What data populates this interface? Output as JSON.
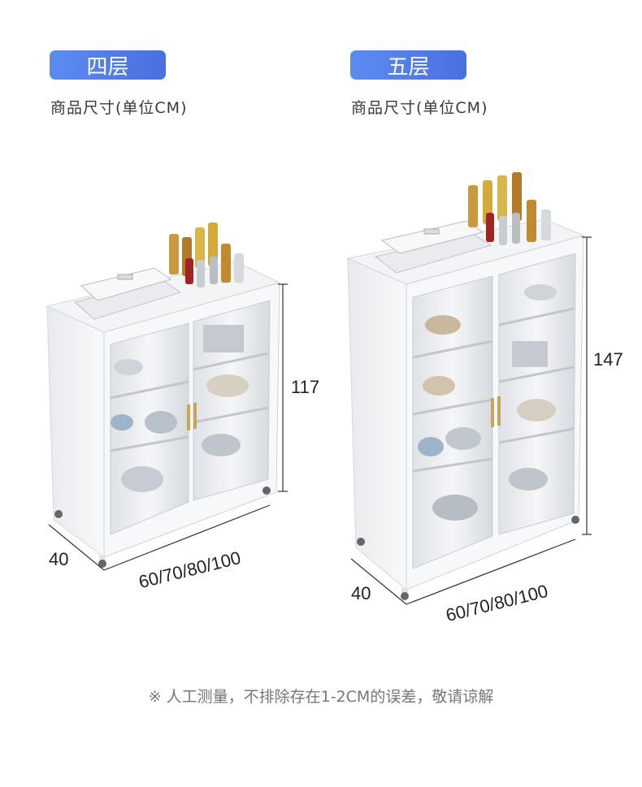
{
  "variants": [
    {
      "badge": "四层",
      "caption": "商品尺寸(单位CM)",
      "height": "117",
      "depth": "40",
      "width": "60/70/80/100"
    },
    {
      "badge": "五层",
      "caption": "商品尺寸(单位CM)",
      "height": "147",
      "depth": "40",
      "width": "60/70/80/100"
    }
  ],
  "footnote": "※ 人工测量，不排除存在1-2CM的误差，敬请谅解",
  "colors": {
    "badge": "#4a6fe0",
    "cabinet": "#f4f5f7",
    "frame": "#e3e6ea"
  }
}
